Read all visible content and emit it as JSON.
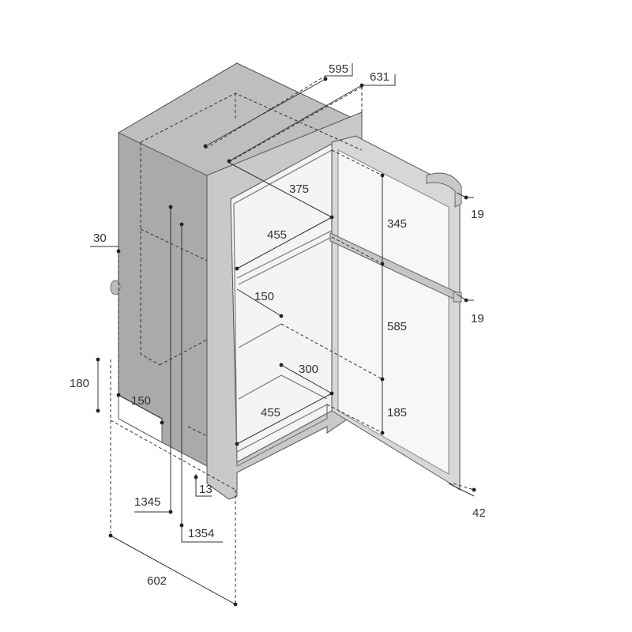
{
  "diagram": {
    "colors": {
      "cabinet_side": "#a9aaab",
      "cabinet_top": "#bdbebf",
      "cabinet_front": "#c8c9ca",
      "interior": "#f4f4f4",
      "door": "#d6d7d8",
      "ink": "#333333"
    },
    "dimensions": {
      "width_595": "595",
      "width_631": "631",
      "freezer_depth": "375",
      "freezer_width": "455",
      "freezer_height": "345",
      "door_gap_top": "19",
      "door_gap_mid": "19",
      "side_30": "30",
      "shelf_150": "150",
      "fridge_height": "585",
      "crisper_300": "300",
      "crisper_height": "185",
      "bottom_width_455": "455",
      "step_180": "180",
      "step_150": "150",
      "height_1345": "1345",
      "base_13": "13",
      "height_1354": "1354",
      "depth_602": "602",
      "door_42": "42"
    }
  }
}
